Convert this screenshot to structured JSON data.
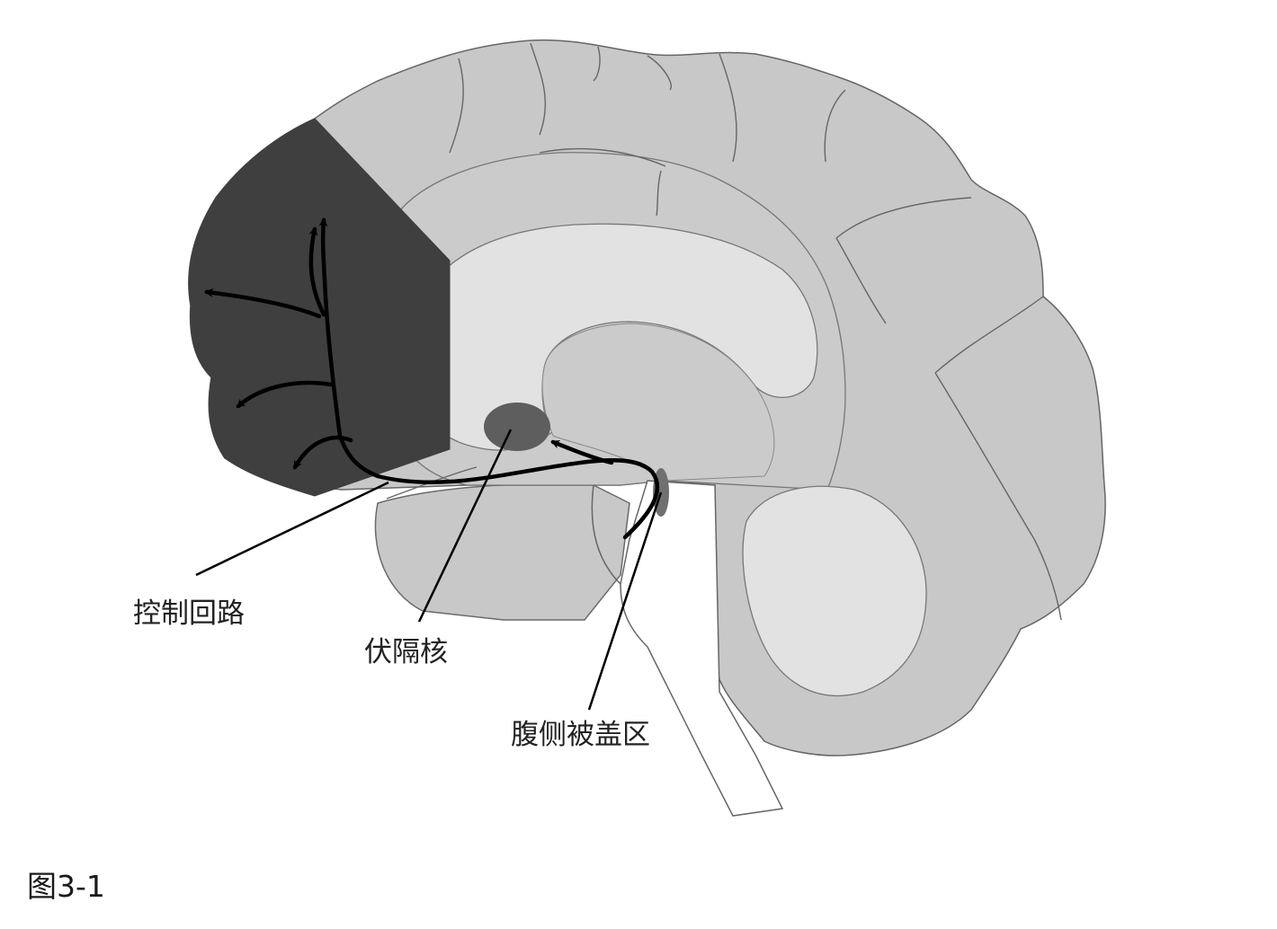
{
  "labels": {
    "control_circuit": "控制回路",
    "nucleus_accumbens": "伏隔核",
    "ventral_tegmental_area": "腹侧被盖区"
  },
  "caption": "图3-1",
  "colors": {
    "cortex": "#c8c8c8",
    "inner_gray": "#cbcbcb",
    "corpus_callosum": "#e2e2e2",
    "prefrontal_shade": "#3f3f3f",
    "nucleus_accumbens": "#5e5e5e",
    "outline": "#666666",
    "pathway": "#000000"
  }
}
